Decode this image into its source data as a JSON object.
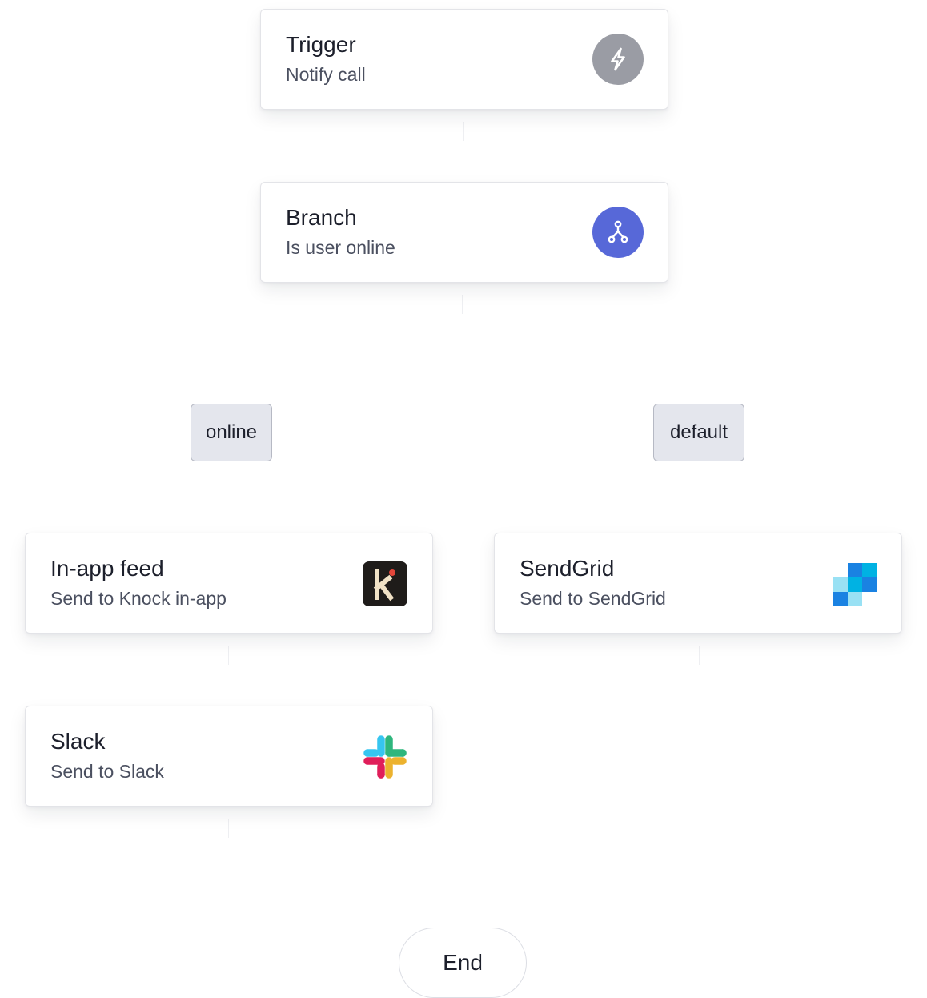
{
  "steps": {
    "trigger": {
      "title": "Trigger",
      "subtitle": "Notify call",
      "icon": "lightning-bolt-icon",
      "icon_color": "#9a9ca4"
    },
    "branch": {
      "title": "Branch",
      "subtitle": "Is user online",
      "icon": "branch-fork-icon",
      "icon_color": "#5768d8"
    },
    "in_app_feed": {
      "title": "In-app feed",
      "subtitle": "Send to Knock in-app",
      "icon": "knock-logo-icon"
    },
    "sendgrid": {
      "title": "SendGrid",
      "subtitle": "Send to SendGrid",
      "icon": "sendgrid-logo-icon"
    },
    "slack": {
      "title": "Slack",
      "subtitle": "Send to Slack",
      "icon": "slack-logo-icon"
    }
  },
  "branch_labels": {
    "online": "online",
    "default": "default"
  },
  "end": {
    "label": "End"
  }
}
